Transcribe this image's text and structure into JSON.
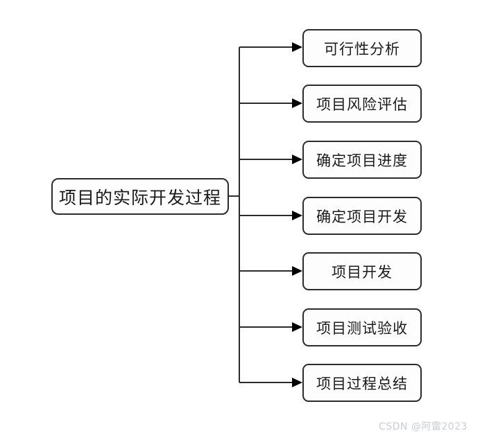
{
  "diagram": {
    "type": "tree",
    "root": {
      "label": "项目的实际开发过程"
    },
    "children": [
      {
        "label": "可行性分析"
      },
      {
        "label": "项目风险评估"
      },
      {
        "label": "确定项目进度"
      },
      {
        "label": "确定项目开发"
      },
      {
        "label": "项目开发"
      },
      {
        "label": "项目测试验收"
      },
      {
        "label": "项目过程总结"
      }
    ],
    "colors": {
      "background": "#ffffff",
      "node_fill": "#fdfdfd",
      "node_border": "#2b2b2b",
      "text": "#1a1a1a",
      "connector": "#2b2b2b",
      "watermark": "#c9ccd1"
    }
  },
  "watermark": {
    "text": "CSDN @阿雷2023"
  }
}
